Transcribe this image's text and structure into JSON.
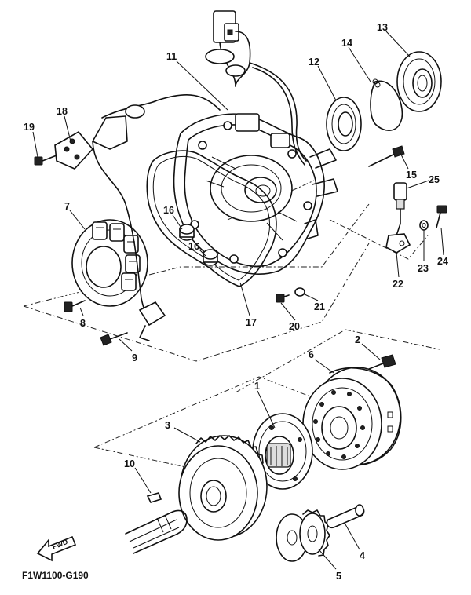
{
  "diagram": {
    "callouts": [
      "1",
      "2",
      "3",
      "4",
      "5",
      "6",
      "7",
      "8",
      "9",
      "10",
      "11",
      "12",
      "13",
      "14",
      "15",
      "16",
      "16",
      "17",
      "18",
      "19",
      "20",
      "21",
      "22",
      "23",
      "24",
      "25"
    ],
    "figure_code": "F1W1100-G190",
    "direction_label": "FWD"
  }
}
